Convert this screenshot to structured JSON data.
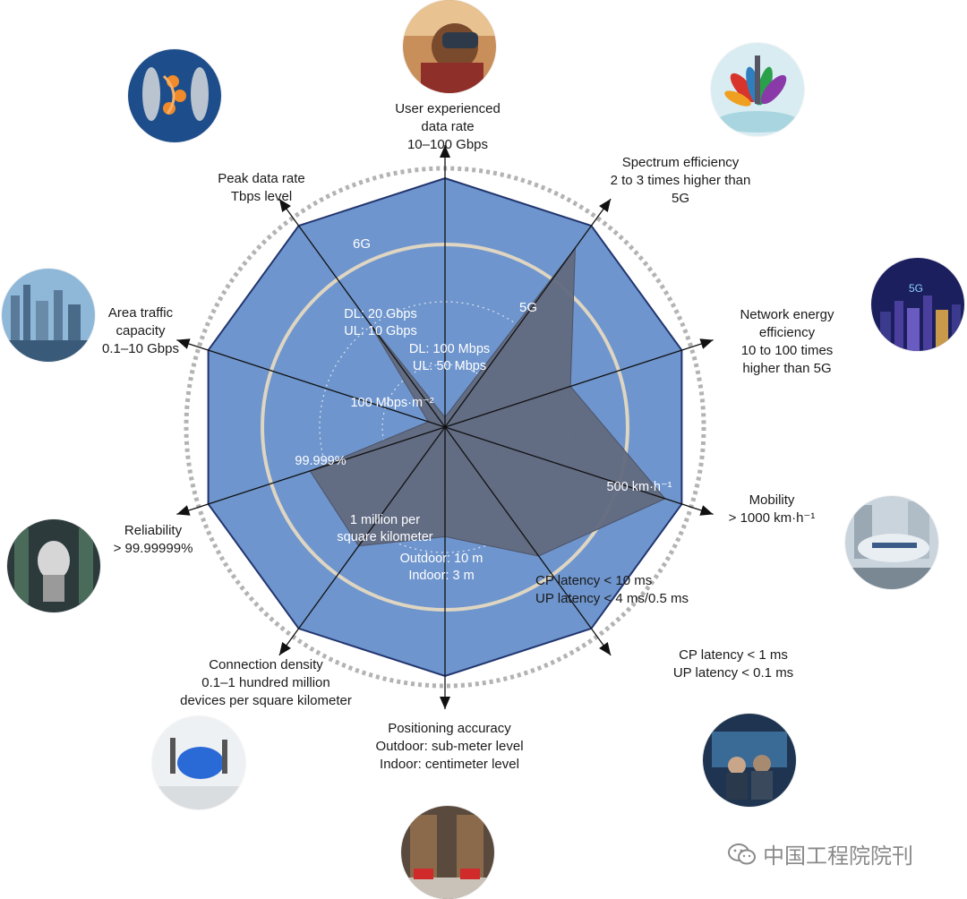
{
  "diagram": {
    "axes": [
      {
        "key": "user_rate",
        "lines": [
          "User experienced",
          "data rate",
          "10–100 Gbps"
        ]
      },
      {
        "key": "spectrum",
        "lines": [
          "Spectrum efficiency",
          "2 to 3 times higher than",
          "5G"
        ]
      },
      {
        "key": "energy",
        "lines": [
          "Network energy",
          "efficiency",
          "10 to 100 times",
          "higher than 5G"
        ]
      },
      {
        "key": "mobility",
        "lines": [
          "Mobility",
          "> 1000 km·h⁻¹"
        ]
      },
      {
        "key": "latency",
        "lines": [
          "CP latency < 1 ms",
          "UP latency < 0.1 ms"
        ]
      },
      {
        "key": "positioning",
        "lines": [
          "Positioning accuracy",
          "Outdoor: sub-meter level",
          "Indoor: centimeter level"
        ]
      },
      {
        "key": "density",
        "lines": [
          "Connection density",
          "0.1–1 hundred million",
          "devices per square kilometer"
        ]
      },
      {
        "key": "reliability",
        "lines": [
          "Reliability",
          "> 99.99999%"
        ]
      },
      {
        "key": "traffic",
        "lines": [
          "Area traffic",
          "capacity",
          "0.1–10 Gbps"
        ]
      },
      {
        "key": "peak",
        "lines": [
          "Peak data rate",
          "Tbps level"
        ]
      }
    ],
    "generation_labels": {
      "outer": "6G",
      "inner": "5G"
    },
    "fiveg_values": {
      "peak": [
        "DL: 20 Gbps",
        "UL: 10 Gbps"
      ],
      "user_rate": [
        "DL: 100 Mbps",
        "UL: 50 Mbps"
      ],
      "traffic": [
        "100 Mbps·m⁻²"
      ],
      "reliability": [
        "99.999%"
      ],
      "mobility": [
        "500 km·h⁻¹"
      ],
      "density": [
        "1 million per",
        "square kilometer"
      ],
      "positioning": [
        "Outdoor: 10 m",
        "Indoor: 3 m"
      ],
      "latency": [
        "CP latency < 10 ms",
        "UP latency < 4 ms/0.5 ms"
      ]
    },
    "fiveg_profile": [
      0.04,
      0.89,
      0.53,
      0.93,
      0.64,
      0.44,
      0.59,
      0.57,
      0.07,
      0.52
    ],
    "colors": {
      "outer_fill": "#6e95cd",
      "outer_stroke": "#22356e",
      "inner_fill": "#626a80",
      "ring": "#ded5c2",
      "dotted_ring": "#b3b3b3"
    },
    "icons": [
      "vr-headset-photo",
      "beam-antenna-photo",
      "city-5g-photo",
      "maglev-train-photo",
      "hologram-meeting-photo",
      "warehouse-robots-photo",
      "blue-robot-photo",
      "robot-arm-photo",
      "smart-city-photo",
      "body-network-photo"
    ]
  },
  "watermark": {
    "text": "中国工程院院刊"
  }
}
